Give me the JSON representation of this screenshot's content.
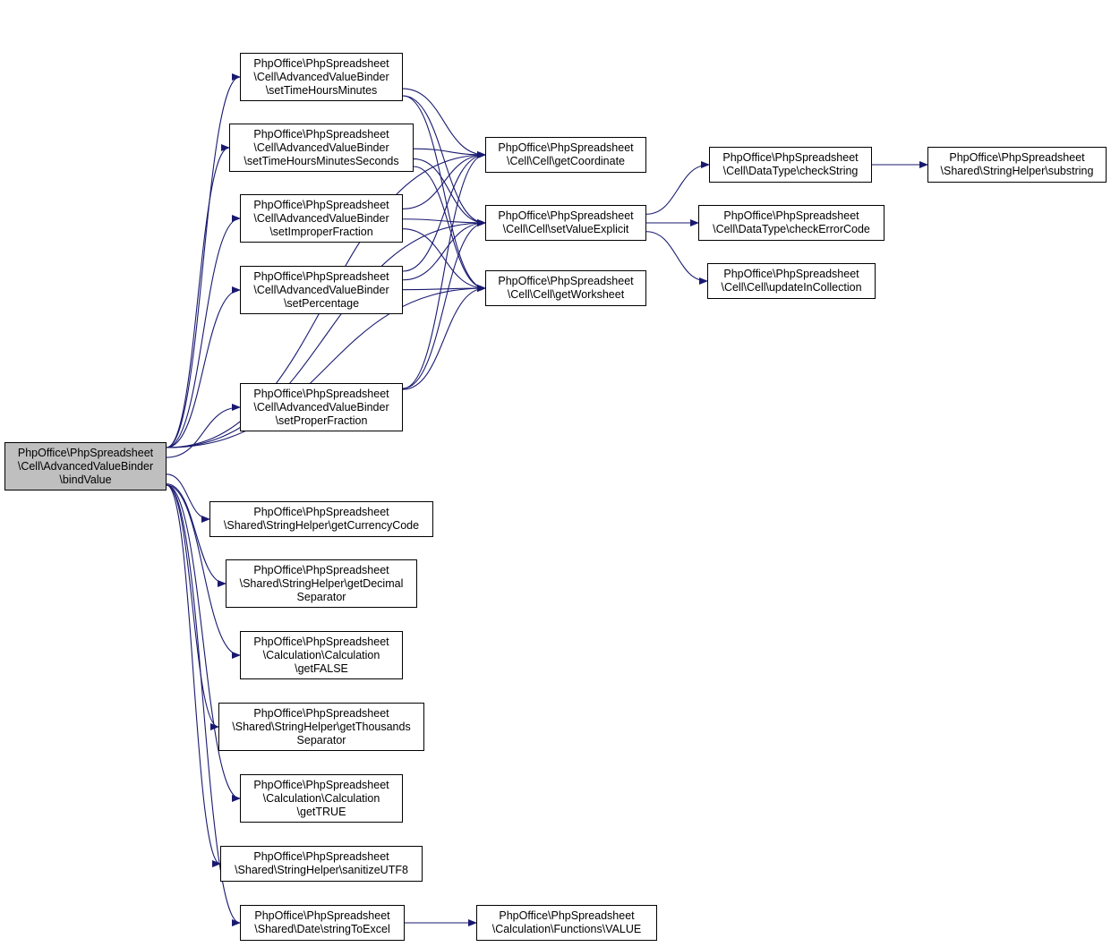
{
  "colors": {
    "edge": "#191970",
    "node_border": "#000000",
    "node_fill": "#ffffff",
    "root_fill": "#bfbfbf"
  },
  "nodes": {
    "bindValue": [
      "PhpOffice\\PhpSpreadsheet",
      "\\Cell\\AdvancedValueBinder",
      "\\bindValue"
    ],
    "setTimeHoursMinutes": [
      "PhpOffice\\PhpSpreadsheet",
      "\\Cell\\AdvancedValueBinder",
      "\\setTimeHoursMinutes"
    ],
    "setTimeHoursMinutesSeconds": [
      "PhpOffice\\PhpSpreadsheet",
      "\\Cell\\AdvancedValueBinder",
      "\\setTimeHoursMinutesSeconds"
    ],
    "setImproperFraction": [
      "PhpOffice\\PhpSpreadsheet",
      "\\Cell\\AdvancedValueBinder",
      "\\setImproperFraction"
    ],
    "setPercentage": [
      "PhpOffice\\PhpSpreadsheet",
      "\\Cell\\AdvancedValueBinder",
      "\\setPercentage"
    ],
    "setProperFraction": [
      "PhpOffice\\PhpSpreadsheet",
      "\\Cell\\AdvancedValueBinder",
      "\\setProperFraction"
    ],
    "getCoordinate": [
      "PhpOffice\\PhpSpreadsheet",
      "\\Cell\\Cell\\getCoordinate"
    ],
    "setValueExplicit": [
      "PhpOffice\\PhpSpreadsheet",
      "\\Cell\\Cell\\setValueExplicit"
    ],
    "getWorksheet": [
      "PhpOffice\\PhpSpreadsheet",
      "\\Cell\\Cell\\getWorksheet"
    ],
    "checkString": [
      "PhpOffice\\PhpSpreadsheet",
      "\\Cell\\DataType\\checkString"
    ],
    "substring": [
      "PhpOffice\\PhpSpreadsheet",
      "\\Shared\\StringHelper\\substring"
    ],
    "checkErrorCode": [
      "PhpOffice\\PhpSpreadsheet",
      "\\Cell\\DataType\\checkErrorCode"
    ],
    "updateInCollection": [
      "PhpOffice\\PhpSpreadsheet",
      "\\Cell\\Cell\\updateInCollection"
    ],
    "getCurrencyCode": [
      "PhpOffice\\PhpSpreadsheet",
      "\\Shared\\StringHelper\\getCurrencyCode"
    ],
    "getDecimalSeparator": [
      "PhpOffice\\PhpSpreadsheet",
      "\\Shared\\StringHelper\\getDecimal",
      "Separator"
    ],
    "getFALSE": [
      "PhpOffice\\PhpSpreadsheet",
      "\\Calculation\\Calculation",
      "\\getFALSE"
    ],
    "getThousandsSeparator": [
      "PhpOffice\\PhpSpreadsheet",
      "\\Shared\\StringHelper\\getThousands",
      "Separator"
    ],
    "getTRUE": [
      "PhpOffice\\PhpSpreadsheet",
      "\\Calculation\\Calculation",
      "\\getTRUE"
    ],
    "sanitizeUTF8": [
      "PhpOffice\\PhpSpreadsheet",
      "\\Shared\\StringHelper\\sanitizeUTF8"
    ],
    "stringToExcel": [
      "PhpOffice\\PhpSpreadsheet",
      "\\Shared\\Date\\stringToExcel"
    ],
    "VALUE": [
      "PhpOffice\\PhpSpreadsheet",
      "\\Calculation\\Functions\\VALUE"
    ]
  },
  "edges": [
    [
      "bindValue",
      "setTimeHoursMinutes"
    ],
    [
      "bindValue",
      "setTimeHoursMinutesSeconds"
    ],
    [
      "bindValue",
      "setImproperFraction"
    ],
    [
      "bindValue",
      "setPercentage"
    ],
    [
      "bindValue",
      "setProperFraction"
    ],
    [
      "bindValue",
      "getCoordinate"
    ],
    [
      "bindValue",
      "setValueExplicit"
    ],
    [
      "bindValue",
      "getWorksheet"
    ],
    [
      "bindValue",
      "getCurrencyCode"
    ],
    [
      "bindValue",
      "getDecimalSeparator"
    ],
    [
      "bindValue",
      "getFALSE"
    ],
    [
      "bindValue",
      "getThousandsSeparator"
    ],
    [
      "bindValue",
      "getTRUE"
    ],
    [
      "bindValue",
      "sanitizeUTF8"
    ],
    [
      "bindValue",
      "stringToExcel"
    ],
    [
      "setTimeHoursMinutes",
      "getCoordinate"
    ],
    [
      "setTimeHoursMinutes",
      "setValueExplicit"
    ],
    [
      "setTimeHoursMinutes",
      "getWorksheet"
    ],
    [
      "setTimeHoursMinutesSeconds",
      "getCoordinate"
    ],
    [
      "setTimeHoursMinutesSeconds",
      "setValueExplicit"
    ],
    [
      "setTimeHoursMinutesSeconds",
      "getWorksheet"
    ],
    [
      "setImproperFraction",
      "getCoordinate"
    ],
    [
      "setImproperFraction",
      "setValueExplicit"
    ],
    [
      "setImproperFraction",
      "getWorksheet"
    ],
    [
      "setPercentage",
      "getCoordinate"
    ],
    [
      "setPercentage",
      "setValueExplicit"
    ],
    [
      "setPercentage",
      "getWorksheet"
    ],
    [
      "setProperFraction",
      "getCoordinate"
    ],
    [
      "setProperFraction",
      "setValueExplicit"
    ],
    [
      "setProperFraction",
      "getWorksheet"
    ],
    [
      "setValueExplicit",
      "checkString"
    ],
    [
      "setValueExplicit",
      "checkErrorCode"
    ],
    [
      "setValueExplicit",
      "updateInCollection"
    ],
    [
      "checkString",
      "substring"
    ],
    [
      "stringToExcel",
      "VALUE"
    ]
  ]
}
